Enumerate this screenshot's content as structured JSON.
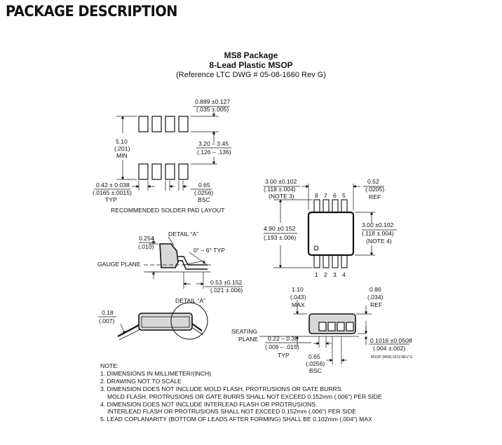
{
  "header": {
    "section_title": "PACKAGE DESCRIPTION"
  },
  "package": {
    "name": "MS8 Package",
    "type": "8-Lead Plastic MSOP",
    "reference": "(Reference LTC DWG # 05-08-1660 Rev G)"
  },
  "solder_pad": {
    "pad_height": "0.889 ±0.127",
    "pad_height_in": "(.035 ±.005)",
    "span_min": "5.10",
    "span_min_in": "(.201)",
    "span_min_label": "MIN",
    "span_range": "3.20 – 3.45",
    "span_range_in": "(.126 – .136)",
    "pad_width": "0.42 ± 0.038",
    "pad_width_in": "(.0165 ±.0015)",
    "pad_width_label": "TYP",
    "pitch": "0.65",
    "pitch_in": "(.0256)",
    "pitch_label": "BSC",
    "caption": "RECOMMENDED SOLDER PAD LAYOUT"
  },
  "top_view": {
    "body_width": "3.00 ±0.102",
    "body_width_in": "(.118 ±.004)",
    "body_width_note": "(NOTE 3)",
    "lead_span": "4.90 ±0.152",
    "lead_span_in": "(.193 ±.006)",
    "body_length": "3.00 ±0.102",
    "body_length_in": "(.118 ±.004)",
    "body_length_note": "(NOTE 4)",
    "ref_dim": "0.52",
    "ref_dim_in": "(.0205)",
    "ref_label": "REF",
    "pins_top": [
      "8",
      "7",
      "6",
      "5"
    ],
    "pins_bottom": [
      "1",
      "2",
      "3",
      "4"
    ]
  },
  "detail_a": {
    "title": "DETAIL “A”",
    "lead_dim": "0.254",
    "lead_dim_in": "(.010)",
    "angle": "0° – 6° TYP",
    "gauge_plane": "GAUGE PLANE",
    "foot_len": "0.53 ±0.152",
    "foot_len_in": "(.021 ±.006)"
  },
  "side_view": {
    "thickness": "0.18",
    "thickness_in": "(.007)",
    "detail_label": "DETAIL “A”"
  },
  "end_view": {
    "height": "1.10",
    "height_in": "(.043)",
    "height_label": "MAX",
    "standoff": "0.86",
    "standoff_in": "(.034)",
    "standoff_label": "REF",
    "seating": "SEATING",
    "plane": "PLANE",
    "lead_width": "0.22 – 0.38",
    "lead_width_in": "(.009 – .015)",
    "lead_width_label": "TYP",
    "pitch": "0.65",
    "pitch_in": "(.0256)",
    "pitch_label": "BSC",
    "clearance": "0.1016 ±0.0508",
    "clearance_in": "(.004 ±.002)",
    "drawing_id": "MSOP (MS8) 0213 REV G"
  },
  "notes": {
    "title": "NOTE:",
    "n1": "1. DIMENSIONS IN MILLIMETER/(INCH)",
    "n2": "2. DRAWING NOT TO SCALE",
    "n3a": "3. DIMENSION DOES NOT INCLUDE MOLD FLASH, PROTRUSIONS OR GATE BURRS.",
    "n3b": "MOLD FLASH, PROTRUSIONS OR GATE BURRS SHALL NOT EXCEED 0.152mm (.006\") PER SIDE",
    "n4a": "4. DIMENSION DOES NOT INCLUDE INTERLEAD FLASH OR PROTRUSIONS.",
    "n4b": "INTERLEAD FLASH OR PROTRUSIONS SHALL NOT EXCEED 0.152mm (.006\") PER SIDE",
    "n5": "5. LEAD COPLANARITY (BOTTOM OF LEADS AFTER FORMING) SHALL BE 0.102mm (.004\") MAX"
  }
}
